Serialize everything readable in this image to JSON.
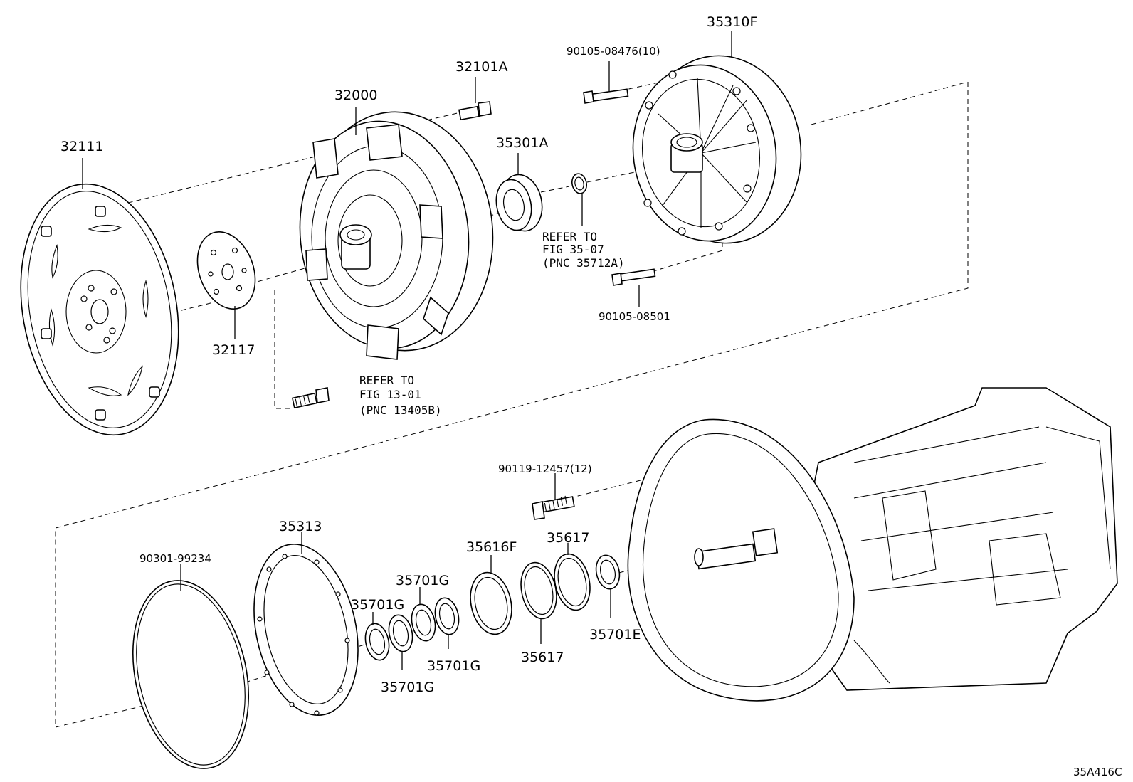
{
  "diagram_code": "35A416C",
  "parts": {
    "drive_plate": "32111",
    "spacer_plate": "32117",
    "torque_converter": "32000",
    "converter_bolt": "32101A",
    "oil_seal": "35301A",
    "pump_assembly": "35310F",
    "pump_bolt_upper": "90105-08476(10)",
    "pump_bolt_lower": "90105-08501",
    "housing_bolt": "90119-12457(12)",
    "o_ring": "90301-99234",
    "gasket": "35313",
    "washer_1": "35701G",
    "washer_2": "35701G",
    "washer_3": "35701G",
    "washer_4": "35701G",
    "bearing_race": "35616F",
    "thrust_bearing_upper": "35617",
    "thrust_bearing_lower": "35617",
    "washer_5": "35701E"
  },
  "notes": {
    "ring_ref": [
      "REFER TO",
      "FIG 35-07",
      "(PNC 35712A)"
    ],
    "bolt_ref": [
      "REFER TO",
      "FIG 13-01",
      "(PNC 13405B)"
    ]
  }
}
